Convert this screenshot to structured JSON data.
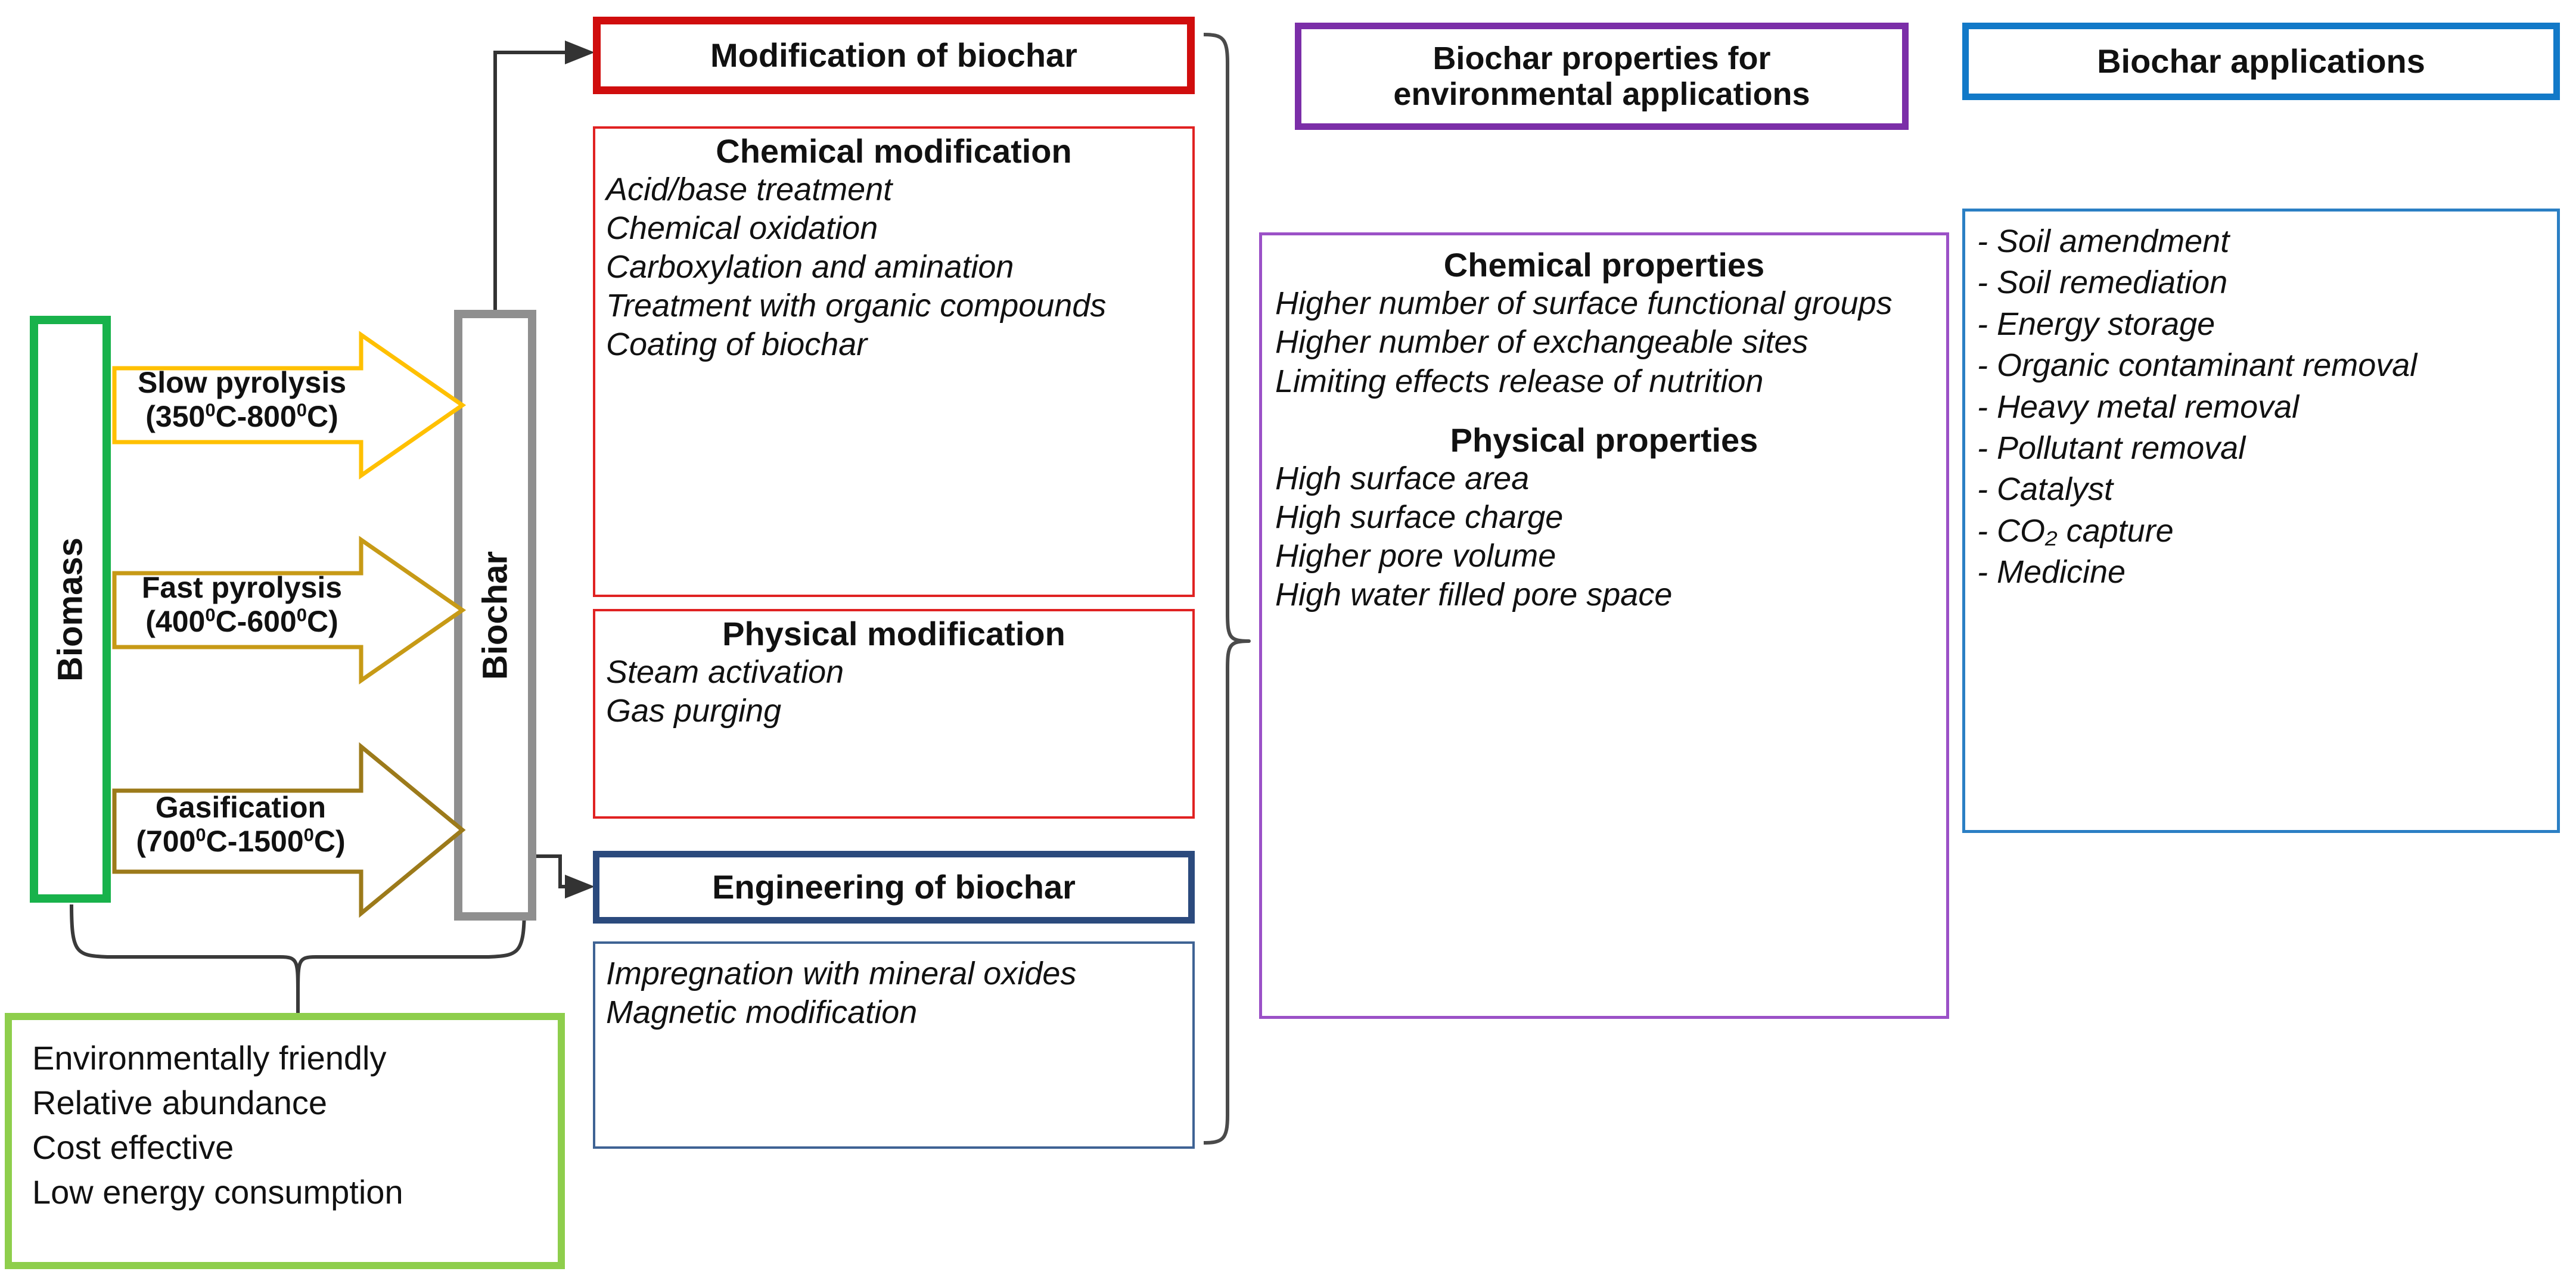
{
  "colors": {
    "biomass_green": "#18b24b",
    "benefits_green": "#8ece4c",
    "biochar_grey": "#8f8f8f",
    "modification_red": "#d00d0d",
    "engineering_blue": "#2b4a7d",
    "properties_purple": "#7b2ea8",
    "applications_blue": "#1279c8",
    "arrow_slow": "#FFC000",
    "arrow_fast": "#C79A16",
    "arrow_gasification": "#9C7A1A",
    "connector_grey": "#595959"
  },
  "feedstock": {
    "label": "Biomass"
  },
  "product": {
    "label": "Biochar"
  },
  "processes": [
    {
      "name": "Slow pyrolysis",
      "temp_prefix": "(350",
      "temp_mid": "C-800",
      "temp_suffix": "C)",
      "deg": "0"
    },
    {
      "name": "Fast pyrolysis",
      "temp_prefix": "(400",
      "temp_mid": "C-600",
      "temp_suffix": "C)",
      "deg": "0"
    },
    {
      "name": "Gasification",
      "temp_prefix": "(700",
      "temp_mid": "C-1500",
      "temp_suffix": "C)",
      "deg": "0"
    }
  ],
  "benefits": {
    "items": [
      "Environmentally friendly",
      "Relative abundance",
      "Cost effective",
      "Low energy consumption"
    ]
  },
  "modification": {
    "header": "Modification of biochar",
    "chemical": {
      "title": "Chemical modification",
      "items": [
        "Acid/base treatment",
        "Chemical oxidation",
        "Carboxylation and amination",
        "Treatment with organic compounds",
        "Coating of biochar"
      ]
    },
    "physical": {
      "title": "Physical modification",
      "items": [
        "Steam activation",
        "Gas purging"
      ]
    }
  },
  "engineering": {
    "header": "Engineering of biochar",
    "items": [
      "Impregnation with mineral oxides",
      "Magnetic modification"
    ]
  },
  "properties": {
    "header_line1": "Biochar properties for",
    "header_line2": "environmental applications",
    "chemical": {
      "title": "Chemical properties",
      "items": [
        "Higher number of surface functional groups",
        "Higher number of exchangeable sites",
        "Limiting effects release of nutrition"
      ]
    },
    "physical": {
      "title": "Physical properties",
      "items": [
        "High surface area",
        "High surface charge",
        "Higher pore volume",
        "High water filled pore space"
      ]
    }
  },
  "applications": {
    "header": "Biochar applications",
    "items": [
      "- Soil amendment",
      "- Soil remediation",
      "- Energy storage",
      "- Organic contaminant removal",
      "- Heavy metal removal",
      "- Pollutant removal",
      "- Catalyst",
      "- CO₂ capture",
      "- Medicine"
    ]
  }
}
